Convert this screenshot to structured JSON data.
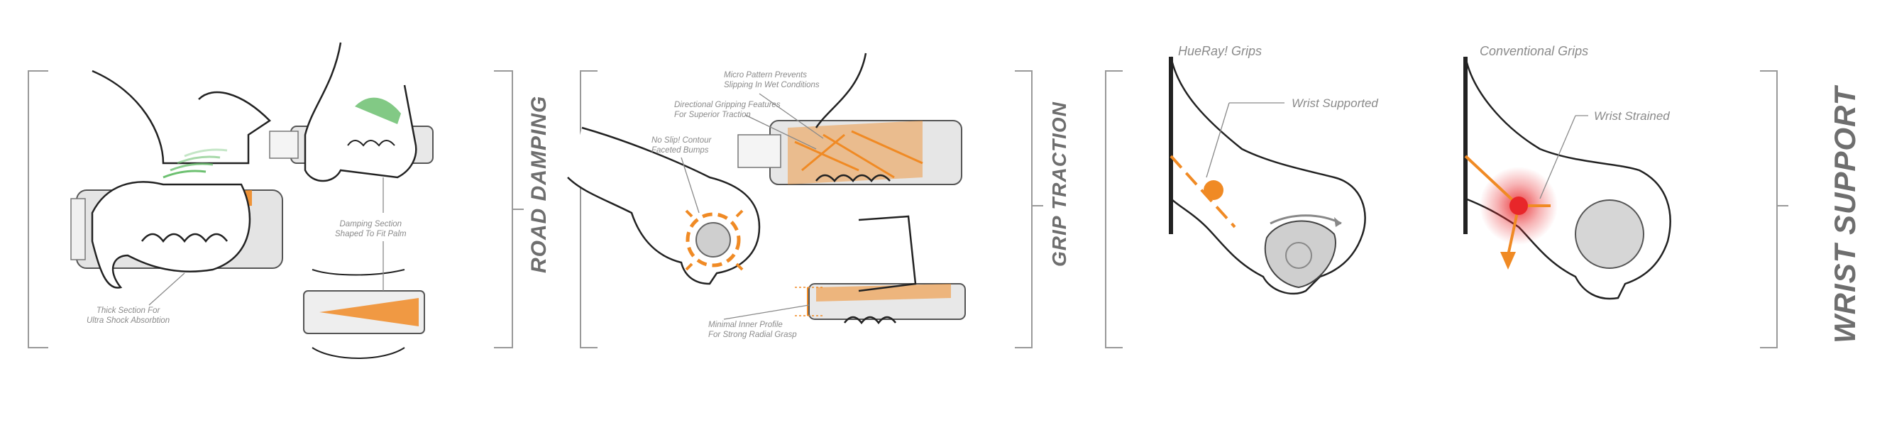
{
  "sections": {
    "road_damping": {
      "title": "ROAD DAMPING",
      "callouts": {
        "damping_section": [
          "Damping Section",
          "Shaped To Fit Palm"
        ],
        "thick_section": [
          "Thick Section For",
          "Ultra Shock Absorbtion"
        ]
      }
    },
    "grip_traction": {
      "title": "GRIP TRACTION",
      "callouts": {
        "micro_pattern": [
          "Micro Pattern Prevents",
          "Slipping In Wet Conditions"
        ],
        "directional": [
          "Directional Gripping Features",
          "For Superior Traction"
        ],
        "no_slip": [
          "No Slip! Contour",
          "Faceted Bumps"
        ],
        "minimal_profile": [
          "Minimal Inner Profile",
          "For Strong Radial Grasp"
        ]
      }
    },
    "wrist_support": {
      "title": "WRIST SUPPORT",
      "hueray": {
        "heading": "HueRay! Grips",
        "callout": "Wrist Supported"
      },
      "conventional": {
        "heading": "Conventional Grips",
        "callout": "Wrist Strained"
      }
    }
  },
  "colors": {
    "accent_orange": "#f08a24",
    "damping_green": "#6cc070",
    "strain_red": "#e8262a",
    "line_gray": "#8a8a8a",
    "outline_dark": "#2a2a2a",
    "grip_gray": "#d6d6d6"
  }
}
